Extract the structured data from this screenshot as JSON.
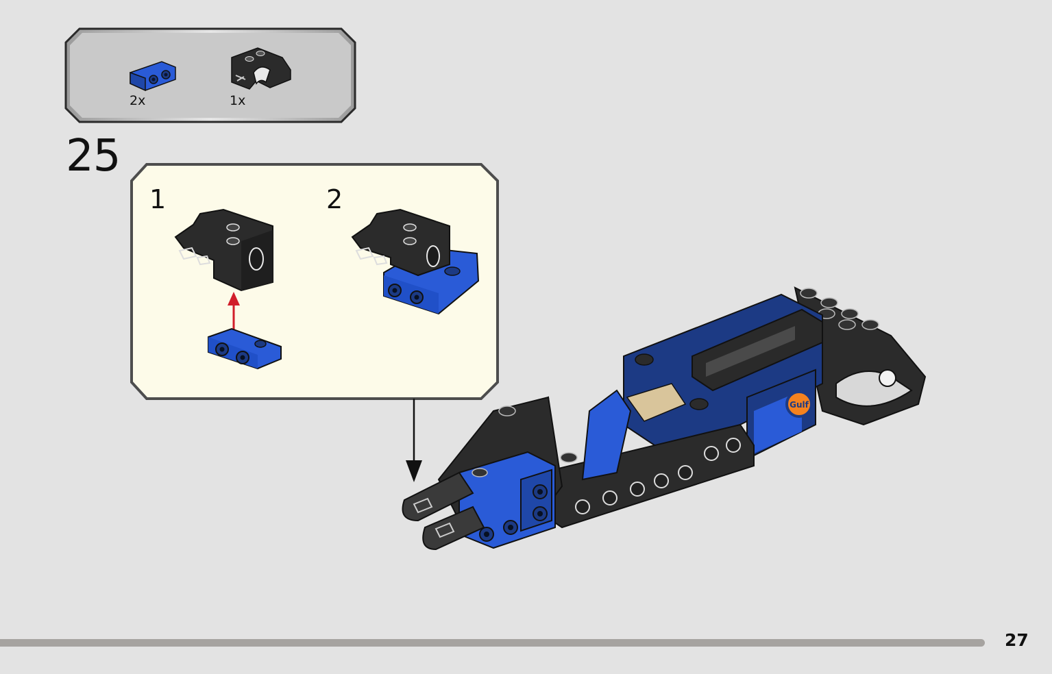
{
  "parts_list": {
    "items": [
      {
        "part": "blue-bracket-plate",
        "color": "#2a5bd7",
        "quantity": "2x"
      },
      {
        "part": "black-technic-connector",
        "color": "#2b2b2b",
        "quantity": "1x"
      }
    ]
  },
  "step": {
    "number": "25"
  },
  "sub_steps": [
    {
      "label": "1"
    },
    {
      "label": "2"
    }
  ],
  "colors": {
    "background": "#e3e3e3",
    "parts_box": "#c9c9c9",
    "sub_box": "#fdfbe9",
    "brick_blue": "#2a5bd7",
    "brick_dark_blue": "#1c3a84",
    "brick_black": "#2b2b2b",
    "arrow_red": "#d11e2a",
    "logo_orange": "#f5821f"
  },
  "model": {
    "logo_text": "Gulf"
  },
  "page": {
    "number": "27"
  }
}
